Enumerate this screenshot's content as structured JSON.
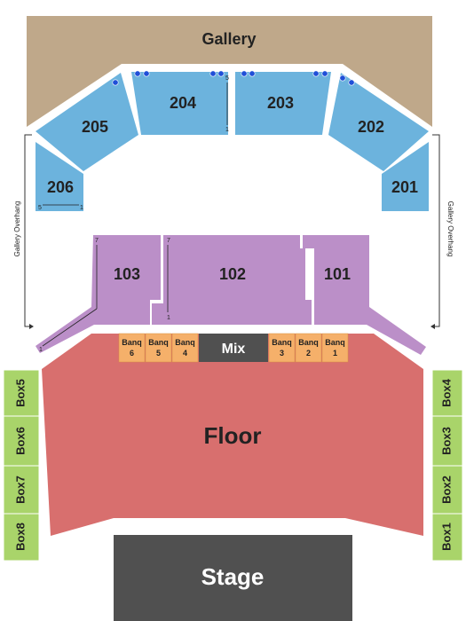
{
  "venue_map": {
    "gallery": "Gallery",
    "gallery_overhang_left": "Gallery Overhang",
    "gallery_overhang_right": "Gallery Overhang",
    "sections": {
      "s205": "205",
      "s204": "204",
      "s203": "203",
      "s202": "202",
      "s206": "206",
      "s201": "201",
      "s103": "103",
      "s102": "102",
      "s101": "101"
    },
    "row_markers": {
      "s206_left": "5",
      "s206_right": "1",
      "s204_top": "5",
      "s204_bottom": "1",
      "s103_top": "7",
      "s103_bottom": "1",
      "s102_top": "7",
      "s102_bottom": "1"
    },
    "mix": "Mix",
    "banquettes": [
      {
        "word": "Banq",
        "num": "6"
      },
      {
        "word": "Banq",
        "num": "5"
      },
      {
        "word": "Banq",
        "num": "4"
      },
      {
        "word": "Banq",
        "num": "3"
      },
      {
        "word": "Banq",
        "num": "2"
      },
      {
        "word": "Banq",
        "num": "1"
      }
    ],
    "floor": "Floor",
    "stage": "Stage",
    "boxes_left": [
      "Box5",
      "Box6",
      "Box7",
      "Box8"
    ],
    "boxes_right": [
      "Box4",
      "Box3",
      "Box2",
      "Box1"
    ],
    "colors": {
      "gallery": "#bfa88a",
      "balcony": "#6cb3dd",
      "lower": "#bb8fc8",
      "floor": "#d86f6e",
      "banquette": "#f5b06a",
      "mix": "#505050",
      "stage": "#505050",
      "box": "#a9d46a",
      "accessible": "#1f4fd8"
    }
  }
}
